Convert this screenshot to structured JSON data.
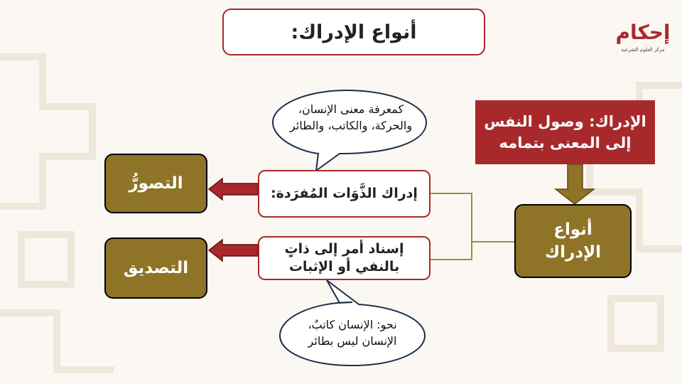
{
  "title": "أنواع الإدراك:",
  "logo": {
    "name": "إحكام",
    "subtitle": "مركز العلوم الشرعية"
  },
  "definition": {
    "line1": "الإدراك: وصول النفس",
    "line2": "إلى المعنى بتمامه"
  },
  "center": {
    "line1": "أنواع",
    "line2": "الإدراك"
  },
  "type1": {
    "description": "إدراك الذَّوَات المُفرَدة:",
    "label": "التصورُّ"
  },
  "type2": {
    "description_line1": "إسناد أمر إلى ذاتٍ",
    "description_line2": "بالنفي أو الإثبات",
    "label": "التصديق"
  },
  "example1": {
    "line1": "كمعرفة معنى الإنسان،",
    "line2": "والحركة، والكاتب، والطائر"
  },
  "example2": {
    "line1": "نحو: الإنسان كاتبٌ،",
    "line2": "الإنسان ليس بطائر"
  },
  "colors": {
    "gold": "#8f7327",
    "red": "#a8292c",
    "arrow": "#a8292c",
    "connector": "#a58a3c"
  }
}
